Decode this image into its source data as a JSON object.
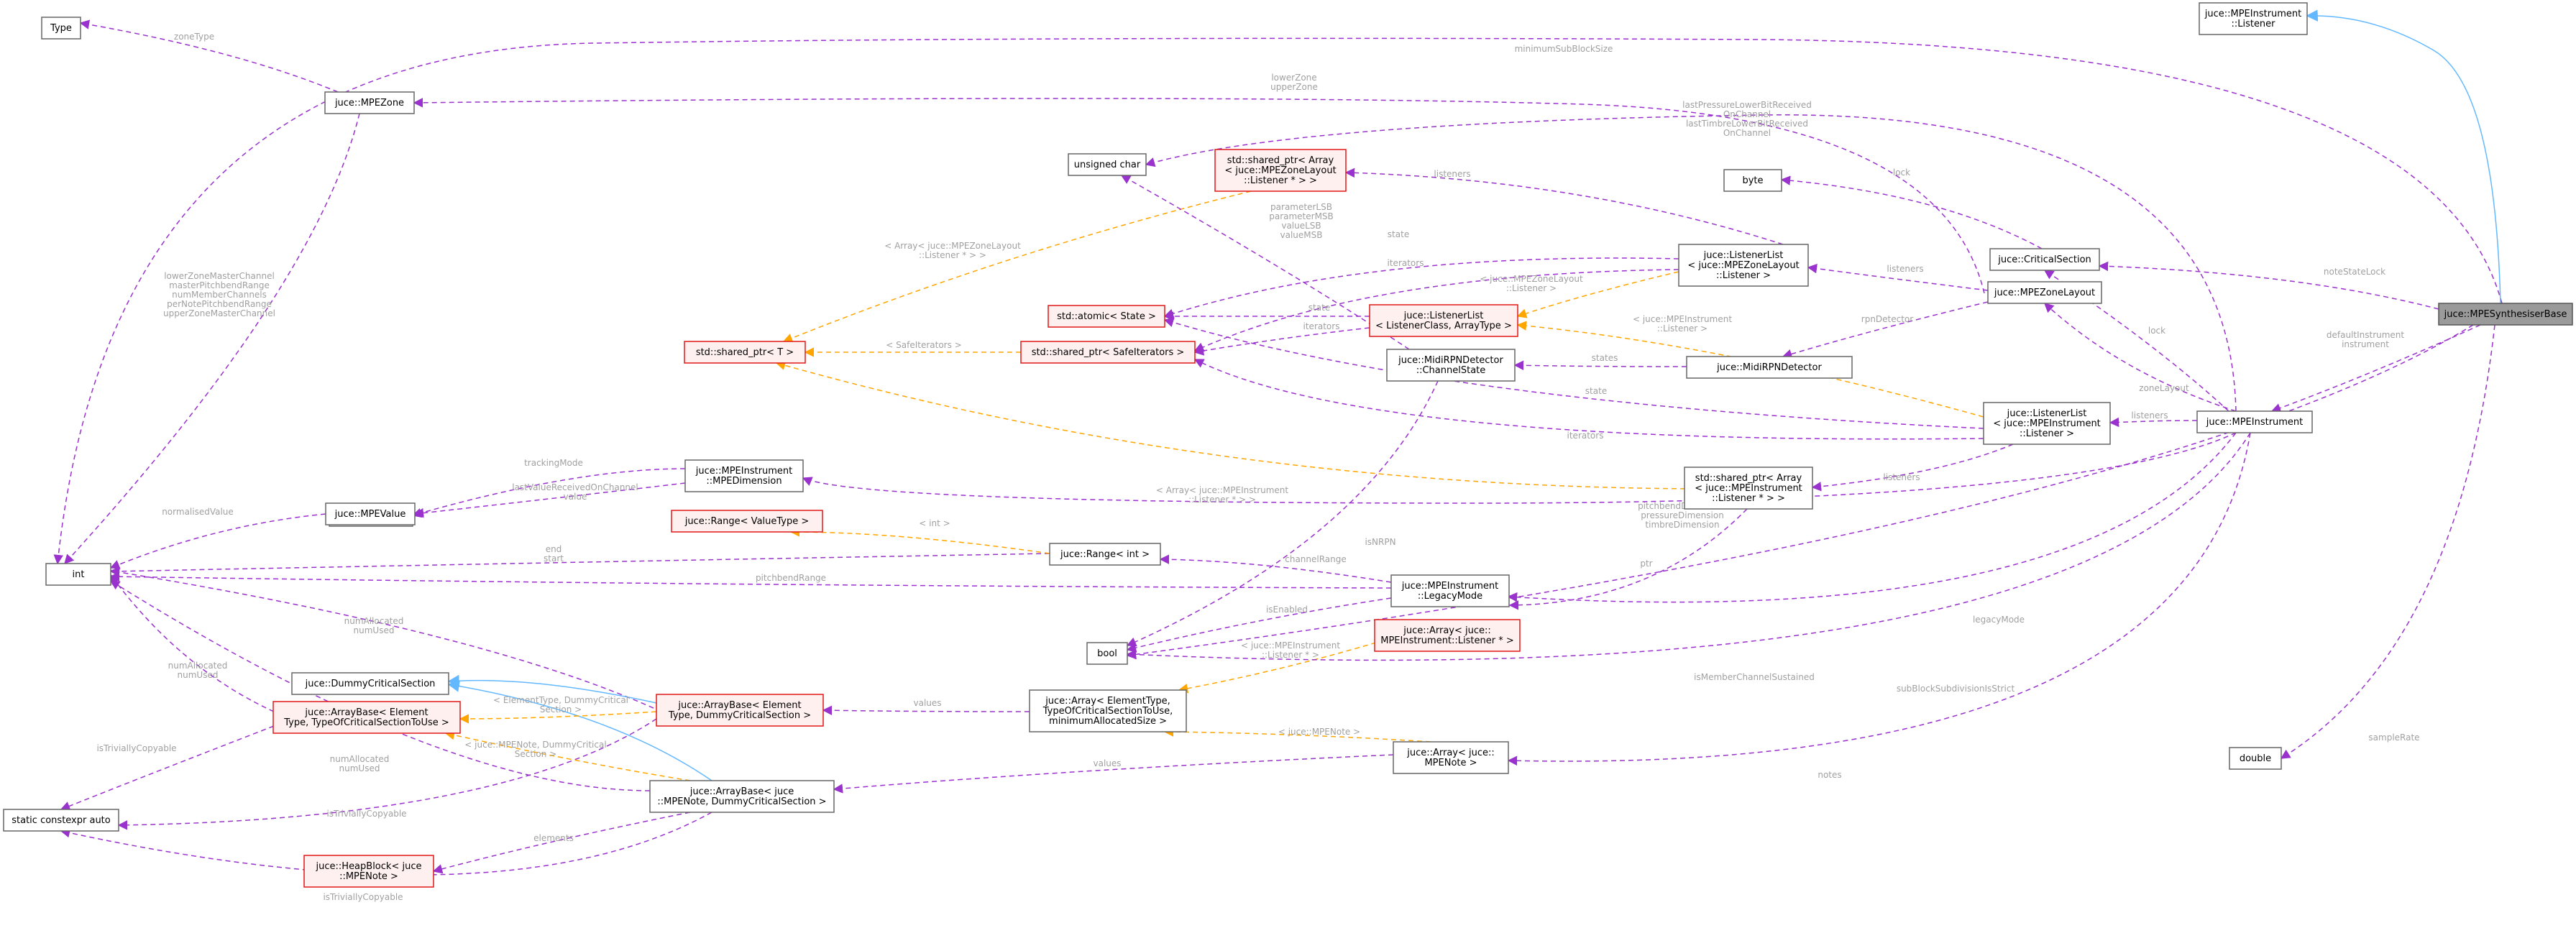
{
  "colors": {
    "usage": "#9a32cd",
    "template": "#ffa500",
    "inherit": "#63b8ff",
    "incomplete_border": "#e01818",
    "root_fill": "#9a9a9a"
  },
  "nodes": [
    {
      "id": "Type",
      "lines": [
        "Type"
      ]
    },
    {
      "id": "int",
      "lines": [
        "int"
      ]
    },
    {
      "id": "MPEZone",
      "lines": [
        "juce::MPEZone"
      ]
    },
    {
      "id": "TrackingMode",
      "lines": [
        "TrackingMode"
      ]
    },
    {
      "id": "MPEValue",
      "lines": [
        "juce::MPEValue"
      ]
    },
    {
      "id": "DummyCS",
      "lines": [
        "juce::DummyCriticalSection"
      ]
    },
    {
      "id": "ABGeneric",
      "lines": [
        "juce::ArrayBase< Element",
        "Type, TypeOfCriticalSectionToUse >"
      ],
      "incomplete": true
    },
    {
      "id": "SCAuto",
      "lines": [
        "static constexpr auto"
      ]
    },
    {
      "id": "HeapBlock",
      "lines": [
        "juce::HeapBlock< juce",
        "::MPENote >"
      ],
      "incomplete": true
    },
    {
      "id": "SharedT",
      "lines": [
        "std::shared_ptr< T >"
      ],
      "incomplete": true
    },
    {
      "id": "AtomicState",
      "lines": [
        "std::atomic< State >"
      ],
      "incomplete": true
    },
    {
      "id": "SharedSafe",
      "lines": [
        "std::shared_ptr< SafeIterators >"
      ],
      "incomplete": true
    },
    {
      "id": "RangeVT",
      "lines": [
        "juce::Range< ValueType >"
      ],
      "incomplete": true
    },
    {
      "id": "MPEDim",
      "lines": [
        "juce::MPEInstrument",
        "::MPEDimension"
      ]
    },
    {
      "id": "ABElem",
      "lines": [
        "juce::ArrayBase< Element",
        "Type, DummyCriticalSection >"
      ],
      "incomplete": true
    },
    {
      "id": "ABNote",
      "lines": [
        "juce::ArrayBase< juce",
        "::MPENote, DummyCriticalSection >"
      ]
    },
    {
      "id": "UChar",
      "lines": [
        "unsigned char"
      ]
    },
    {
      "id": "SharedArrLayout",
      "lines": [
        "std::shared_ptr< Array",
        "< juce::MPEZoneLayout",
        "::Listener * > >"
      ],
      "incomplete": true
    },
    {
      "id": "RangeInt",
      "lines": [
        "juce::Range< int >"
      ]
    },
    {
      "id": "Bool",
      "lines": [
        "bool"
      ]
    },
    {
      "id": "ArrayGeneric",
      "lines": [
        "juce::Array< ElementType,",
        "TypeOfCriticalSectionToUse,",
        "minimumAllocatedSize >"
      ]
    },
    {
      "id": "LLGeneric",
      "lines": [
        "juce::ListenerList",
        "< ListenerClass, ArrayType >"
      ],
      "incomplete": true
    },
    {
      "id": "ChannelState",
      "lines": [
        "juce::MidiRPNDetector",
        "::ChannelState"
      ]
    },
    {
      "id": "LegacyMode",
      "lines": [
        "juce::MPEInstrument",
        "::LegacyMode"
      ]
    },
    {
      "id": "ArrListener",
      "lines": [
        "juce::Array< juce::",
        "MPEInstrument::Listener * >"
      ],
      "incomplete": true
    },
    {
      "id": "ArrNote",
      "lines": [
        "juce::Array< juce::",
        "MPENote >"
      ]
    },
    {
      "id": "LLLayout",
      "lines": [
        "juce::ListenerList",
        "< juce::MPEZoneLayout",
        "::Listener >"
      ]
    },
    {
      "id": "Byte",
      "lines": [
        "byte"
      ]
    },
    {
      "id": "RPNDetector",
      "lines": [
        "juce::MidiRPNDetector"
      ]
    },
    {
      "id": "SharedArrInst",
      "lines": [
        "std::shared_ptr< Array",
        "< juce::MPEInstrument",
        "::Listener * > >"
      ]
    },
    {
      "id": "CritSec",
      "lines": [
        "juce::CriticalSection"
      ]
    },
    {
      "id": "ZoneLayout",
      "lines": [
        "juce::MPEZoneLayout"
      ]
    },
    {
      "id": "LLInst",
      "lines": [
        "juce::ListenerList",
        "< juce::MPEInstrument",
        "::Listener >"
      ]
    },
    {
      "id": "MPEInstListener",
      "lines": [
        "juce::MPEInstrument",
        "::Listener"
      ]
    },
    {
      "id": "MPEInst",
      "lines": [
        "juce::MPEInstrument"
      ]
    },
    {
      "id": "Double",
      "lines": [
        "double"
      ]
    },
    {
      "id": "Root",
      "lines": [
        "juce::MPESynthesiserBase"
      ],
      "root": true
    }
  ],
  "edges": [
    {
      "id": "e1",
      "labels": [
        "zoneType"
      ]
    },
    {
      "id": "e2",
      "labels": [
        "minimumSubBlockSize"
      ]
    },
    {
      "id": "e3",
      "labels": [
        "lowerZoneMasterChannel",
        "masterPitchbendRange",
        "numMemberChannels",
        "perNotePitchbendRange",
        "upperZoneMasterChannel"
      ]
    },
    {
      "id": "e4",
      "labels": [
        "normalisedValue"
      ]
    },
    {
      "id": "e5",
      "labels": [
        "numAllocated",
        "numUsed"
      ]
    },
    {
      "id": "e6",
      "labels": [
        "numAllocated",
        "numUsed"
      ]
    },
    {
      "id": "e7",
      "labels": [
        "numAllocated",
        "numUsed"
      ]
    },
    {
      "id": "e8",
      "labels": [
        "end",
        "start"
      ]
    },
    {
      "id": "e9",
      "labels": [
        "pitchbendRange"
      ]
    },
    {
      "id": "e10",
      "labels": [
        "trackingMode"
      ]
    },
    {
      "id": "e11",
      "labels": [
        "lastValueReceivedOnChannel",
        "value"
      ]
    },
    {
      "id": "e12",
      "labels": [],
      "kind": "inherit"
    },
    {
      "id": "e13",
      "labels": [],
      "kind": "inherit"
    },
    {
      "id": "e14",
      "labels": [
        "isTriviallyCopyable"
      ]
    },
    {
      "id": "e15",
      "labels": [
        "isTriviallyCopyable"
      ]
    },
    {
      "id": "e16",
      "labels": [
        "isTriviallyCopyable"
      ]
    },
    {
      "id": "e17",
      "labels": [
        "< ElementType, DummyCritical",
        "Section >"
      ],
      "kind": "template"
    },
    {
      "id": "e18",
      "labels": [
        "< juce::MPENote, DummyCritical",
        "Section >"
      ],
      "kind": "template"
    },
    {
      "id": "e19",
      "labels": [
        "elements"
      ]
    },
    {
      "id": "e20",
      "labels": [
        "values"
      ]
    },
    {
      "id": "e21",
      "labels": [
        "values"
      ]
    },
    {
      "id": "e22",
      "labels": [
        "< juce::MPENote >"
      ],
      "kind": "template"
    },
    {
      "id": "e23",
      "labels": [
        "< juce::MPEInstrument",
        "::Listener * >"
      ],
      "kind": "template"
    },
    {
      "id": "e24",
      "labels": [
        "< Array< juce::MPEZoneLayout",
        "::Listener * > >"
      ],
      "kind": "template"
    },
    {
      "id": "e25",
      "labels": [
        "< SafeIterators >"
      ],
      "kind": "template"
    },
    {
      "id": "e26",
      "labels": [
        "< Array< juce::MPEInstrument",
        "::Listener * > >"
      ],
      "kind": "template"
    },
    {
      "id": "e27",
      "labels": [
        "< int >"
      ],
      "kind": "template"
    },
    {
      "id": "e28",
      "labels": [
        "channelRange"
      ]
    },
    {
      "id": "e29",
      "labels": [
        "isEnabled"
      ]
    },
    {
      "id": "e30",
      "labels": [
        "isNRPN"
      ]
    },
    {
      "id": "e31",
      "labels": [
        "parameterLSB",
        "parameterMSB",
        "valueLSB",
        "valueMSB"
      ]
    },
    {
      "id": "e32",
      "labels": [
        "lowerZone",
        "upperZone"
      ]
    },
    {
      "id": "e33",
      "labels": [
        "state"
      ]
    },
    {
      "id": "e34",
      "labels": [
        "state"
      ]
    },
    {
      "id": "e35",
      "labels": [
        "state"
      ]
    },
    {
      "id": "e36",
      "labels": [
        "iterators"
      ]
    },
    {
      "id": "e37",
      "labels": [
        "iterators"
      ]
    },
    {
      "id": "e38",
      "labels": [
        "iterators"
      ]
    },
    {
      "id": "e39",
      "labels": [
        "listeners"
      ]
    },
    {
      "id": "e40",
      "labels": [
        "listeners"
      ]
    },
    {
      "id": "e41",
      "labels": [
        "listeners"
      ]
    },
    {
      "id": "e42",
      "labels": [
        "listeners"
      ]
    },
    {
      "id": "e43",
      "labels": [
        "< juce::MPEZoneLayout",
        "::Listener >"
      ],
      "kind": "template"
    },
    {
      "id": "e44",
      "labels": [
        "< juce::MPEInstrument",
        "::Listener >"
      ],
      "kind": "template"
    },
    {
      "id": "e45",
      "labels": [
        "lock"
      ]
    },
    {
      "id": "e46",
      "labels": [
        "lock"
      ]
    },
    {
      "id": "e47",
      "labels": [
        "rpnDetector"
      ]
    },
    {
      "id": "e48",
      "labels": [
        "states"
      ]
    },
    {
      "id": "e49",
      "labels": [
        "ptr"
      ]
    },
    {
      "id": "e50",
      "labels": [
        "zoneLayout"
      ]
    },
    {
      "id": "e51",
      "labels": [
        "lastPressureLowerBitReceived",
        "OnChannel",
        "lastTimbreLowerBitReceived",
        "OnChannel"
      ]
    },
    {
      "id": "e52",
      "labels": [
        "pitchbendDimension",
        "pressureDimension",
        "timbreDimension"
      ]
    },
    {
      "id": "e53",
      "labels": [
        "legacyMode"
      ]
    },
    {
      "id": "e54",
      "labels": [
        "isMemberChannelSustained"
      ]
    },
    {
      "id": "e55",
      "labels": [
        "notes"
      ]
    },
    {
      "id": "e56",
      "labels": [
        "noteStateLock"
      ]
    },
    {
      "id": "e57",
      "labels": [
        "defaultInstrument",
        "instrument"
      ]
    },
    {
      "id": "e58",
      "labels": [
        "subBlockSubdivisionIsStrict"
      ]
    },
    {
      "id": "e59",
      "labels": [
        "sampleRate"
      ]
    },
    {
      "id": "e60",
      "labels": [],
      "kind": "inherit"
    }
  ]
}
